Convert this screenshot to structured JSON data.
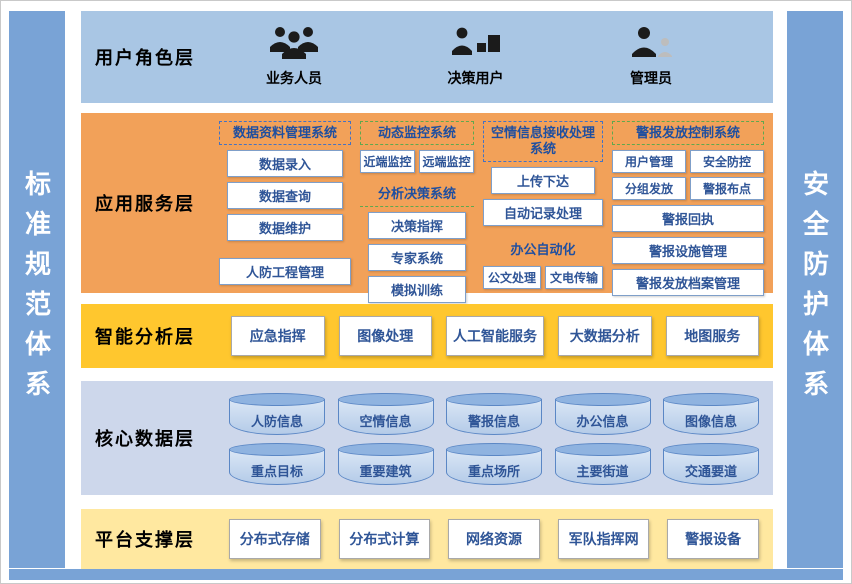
{
  "left_bar": {
    "label": "标准规范体系"
  },
  "right_bar": {
    "label": "安全防护体系"
  },
  "layers": {
    "user_role": {
      "title": "用户角色层",
      "roles": [
        {
          "label": "业务人员",
          "icon": "business-users-icon"
        },
        {
          "label": "决策用户",
          "icon": "decision-user-icon"
        },
        {
          "label": "管理员",
          "icon": "admin-icon"
        }
      ]
    },
    "app_service": {
      "title": "应用服务层",
      "groups": {
        "data_mgmt": {
          "title": "数据资料管理系统",
          "items": [
            "数据录入",
            "数据查询",
            "数据维护"
          ]
        },
        "civil_defense_label": "人防工程管理",
        "dynamic_monitor": {
          "title": "动态监控系统",
          "items": [
            "近端监控",
            "远端监控"
          ]
        },
        "analysis_decision": {
          "title": "分析决策系统",
          "items": [
            "决策指挥",
            "专家系统",
            "模拟训练"
          ]
        },
        "air_info": {
          "title": "空情信息接收处理系统",
          "items": [
            "上传下达",
            "自动记录处理"
          ]
        },
        "office_auto": {
          "title": "办公自动化",
          "items": [
            "公文处理",
            "文电传输"
          ]
        },
        "alarm_control": {
          "title": "警报发放控制系统",
          "items": [
            "用户管理",
            "安全防控",
            "分组发放",
            "警报布点",
            "警报回执",
            "警报设施管理",
            "警报发放档案管理"
          ]
        }
      }
    },
    "intelligent": {
      "title": "智能分析层",
      "items": [
        "应急指挥",
        "图像处理",
        "人工智能服务",
        "大数据分析",
        "地图服务"
      ]
    },
    "core_data": {
      "title": "核心数据层",
      "row1": [
        "人防信息",
        "空情信息",
        "警报信息",
        "办公信息",
        "图像信息"
      ],
      "row2": [
        "重点目标",
        "重要建筑",
        "重点场所",
        "主要街道",
        "交通要道"
      ]
    },
    "platform": {
      "title": "平台支撑层",
      "items": [
        "分布式存储",
        "分布式计算",
        "网络资源",
        "军队指挥网",
        "警报设备"
      ]
    }
  },
  "colors": {
    "side_bar": "#79a3d6",
    "user_layer": "#a9c6e4",
    "app_layer": "#f2a159",
    "intel_layer": "#ffc72e",
    "data_layer": "#cdd7eb",
    "platform_layer": "#ffe8a0",
    "box_text": "#2f5597",
    "dash_blue": "#4472c4",
    "dash_green": "#5fa84e"
  }
}
